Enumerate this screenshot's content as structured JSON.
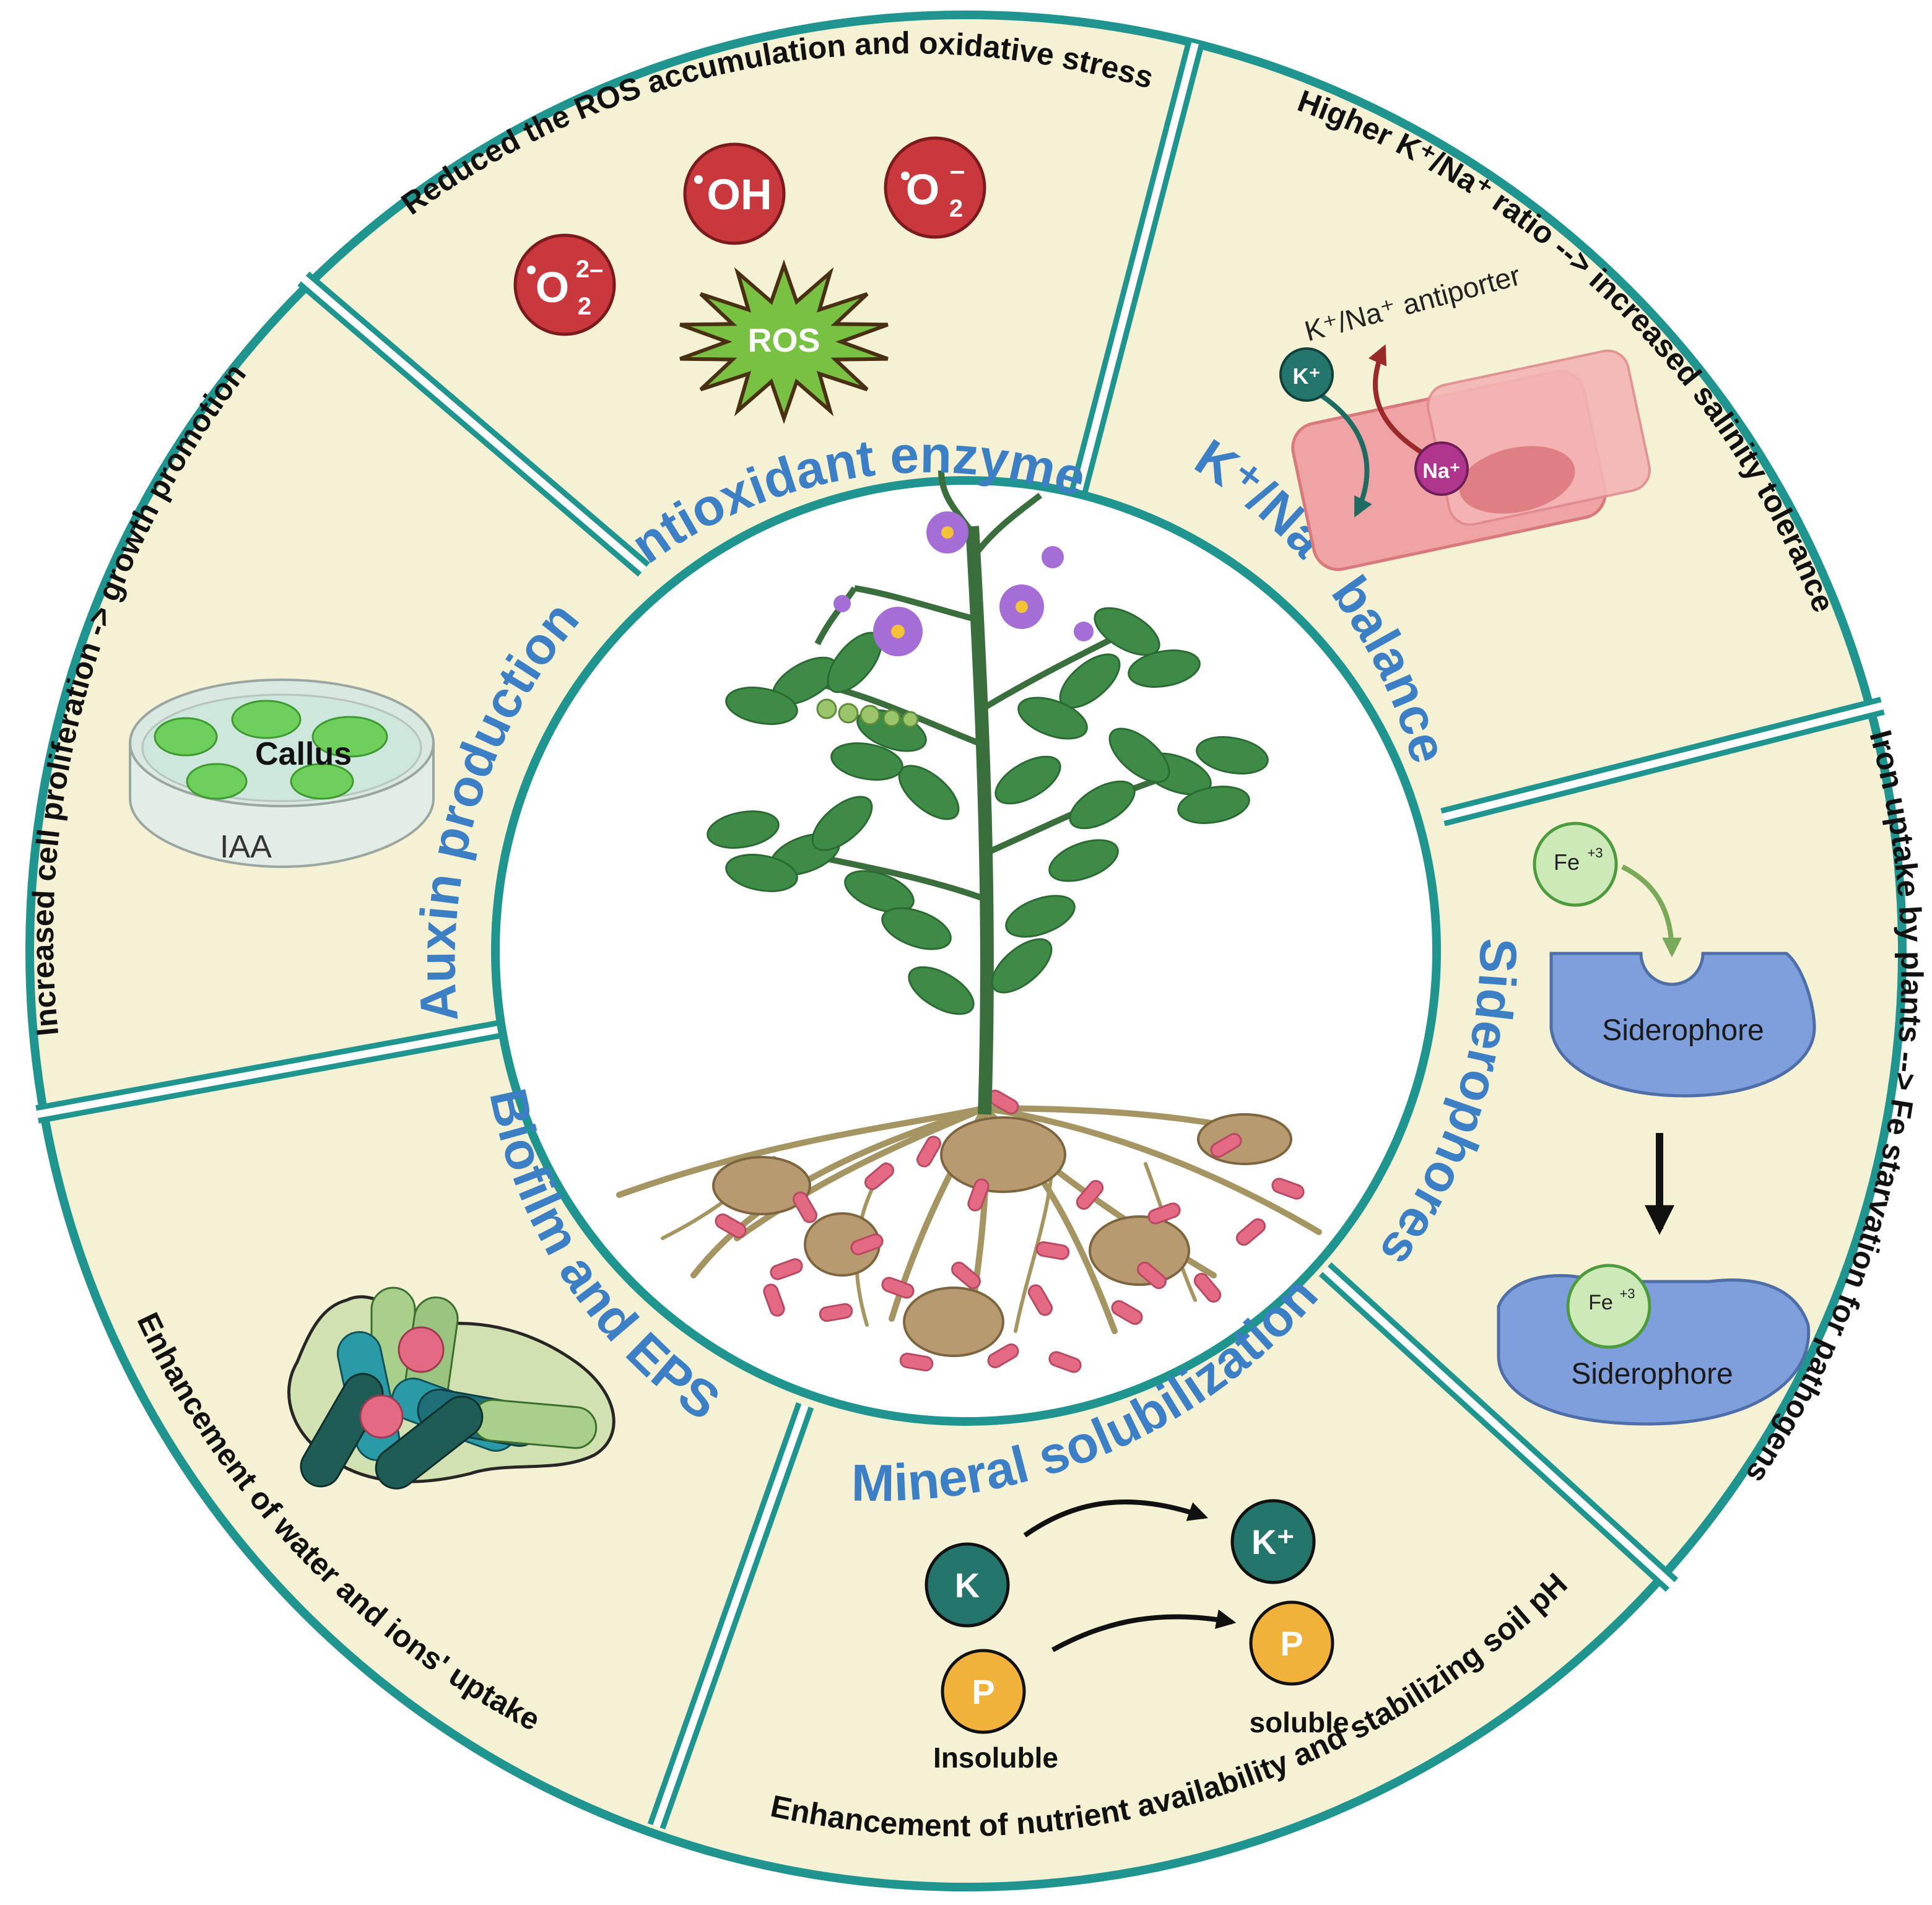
{
  "colors": {
    "panel": "#f4f1d4",
    "rim": "#20958f",
    "title": "#3d7fc4",
    "ros_red": "#c8383c",
    "ros_green": "#79c142",
    "cell_pink": "#f0a3a5",
    "siderophore": "#7f9edc",
    "iron": "#cde9b8",
    "teal_ion": "#24756c",
    "p_ion": "#f0b23a",
    "bacteria": "#e36a82",
    "flower": "#a56dd6",
    "leaf": "#3e8b47",
    "tuber": "#b89a70"
  },
  "center_icon": "plant-with-roots-tubers-and-bacteria",
  "sections": {
    "antioxidant": {
      "title": "Antioxidant enzymes",
      "caption": "Reduced the ROS accumulation and oxidative stress",
      "ions": {
        "oh": "OH",
        "o2": "O",
        "o2_sub": "2",
        "o2_sup": "–",
        "o22": "O",
        "o22_sub": "2",
        "o22_sup": "2–"
      },
      "ros": "ROS"
    },
    "kna": {
      "title": "K⁺/Na⁺ balance",
      "caption": "Higher K⁺/Na⁺ ratio --> increased salinity tolerance",
      "antiporter": "K⁺/Na⁺ antiporter",
      "k_ion": "K⁺",
      "na_ion": "Na⁺"
    },
    "siderophores": {
      "title": "Siderophores",
      "caption": "Iron uptake by plants --> Fe starvation for pathogens",
      "fe": "Fe",
      "fe_sup": "+3",
      "siderophore_label": "Siderophore"
    },
    "mineral": {
      "title": "Mineral solubilization",
      "caption": "Enhancement of nutrient availability and stabilizing soil pH",
      "k": "K",
      "k_plus": "K⁺",
      "p": "P",
      "insoluble": "Insoluble",
      "soluble": "soluble"
    },
    "biofilm": {
      "title": "Biofilm and EPS",
      "caption": "Enhancement of water and ions' uptake",
      "icon": "bacterial-biofilm-cluster"
    },
    "auxin": {
      "title": "Auxin production",
      "caption": "Increased cell proliferation -> growth promotion",
      "callus": "Callus",
      "iaa": "IAA"
    }
  }
}
